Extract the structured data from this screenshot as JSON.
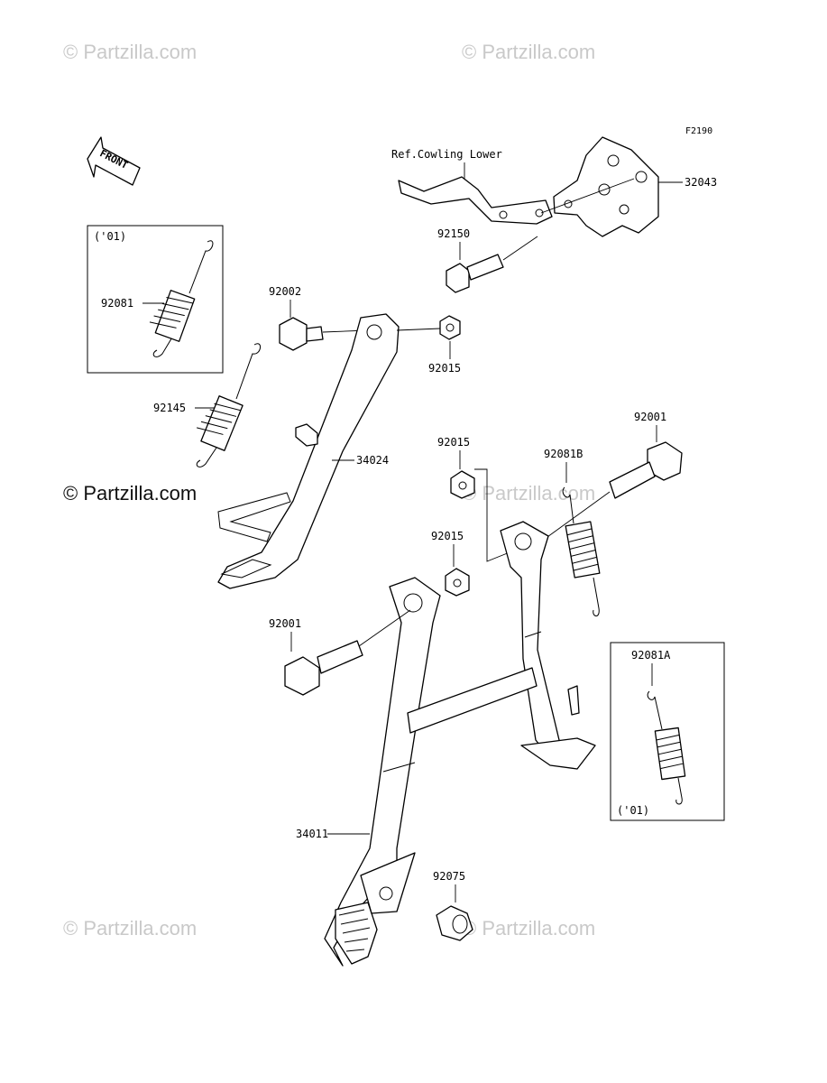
{
  "diagram": {
    "code": "F2190",
    "front_label": "FRONT",
    "ref_label": "Ref.Cowling Lower",
    "watermarks": {
      "top_left": "© Partzilla.com",
      "top_right": "© Partzilla.com",
      "middle_left": "© Partzilla.com",
      "middle_right": "© Partzilla.com",
      "bottom_left": "© Partzilla.com",
      "bottom_right": "© Partzilla.com"
    },
    "parts": {
      "p32043": "32043",
      "p92150": "92150",
      "p92002": "92002",
      "p92015_a": "92015",
      "p92081": "92081",
      "p92145": "92145",
      "p34024": "34024",
      "p92001_a": "92001",
      "p92081b": "92081B",
      "p92015_b": "92015",
      "p92015_c": "92015",
      "p92001_b": "92001",
      "p92081a": "92081A",
      "p34011": "34011",
      "p92075": "92075"
    },
    "notes": {
      "box1_note": "('01)",
      "box2_note": "('01)"
    }
  }
}
